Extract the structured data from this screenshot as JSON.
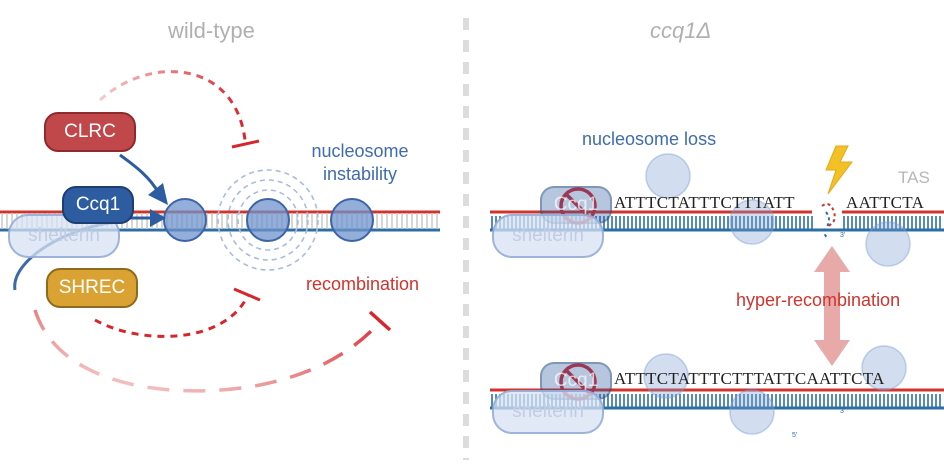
{
  "panels": {
    "left": {
      "title": "wild-type",
      "complexes": {
        "clrc": "CLRC",
        "ccq1": "Ccq1",
        "shrec": "SHREC",
        "shelterin": "shelterin"
      },
      "labels": {
        "nucleosome_instability": "nucleosome\ninstability",
        "recombination": "recombination"
      }
    },
    "right": {
      "title": "ccq1Δ",
      "labels": {
        "nucleosome_loss": "nucleosome loss",
        "tas": "TAS",
        "hyper_recombination": "hyper-recombination"
      },
      "complexes": {
        "ccq1": "Ccq1",
        "shelterin": "shelterin"
      },
      "sequence_top": "ATTTCTATTTCTTTATT",
      "sequence_top_after_break": "AATTCTA",
      "sequence_bottom": "ATTTCTATTTCTTTATTCAATTCTA",
      "strand_marks": {
        "three_prime": "3'",
        "five_prime": "5'"
      }
    }
  },
  "colors": {
    "clrc": "#c0474a",
    "ccq1": "#2d5da0",
    "shrec": "#d9a233",
    "dna_red": "#d0342c",
    "dna_blue": "#2c6fa4",
    "nucleosome": "#6f93cc",
    "inhibition_red": "#d7262b",
    "lightning": "#f2c125",
    "double_arrow": "#e8a9a9"
  },
  "icons": [
    "inhibition-arrow-icon",
    "activation-arrow-icon",
    "lightning-bolt-icon",
    "no-sign-icon",
    "double-arrow-icon"
  ]
}
